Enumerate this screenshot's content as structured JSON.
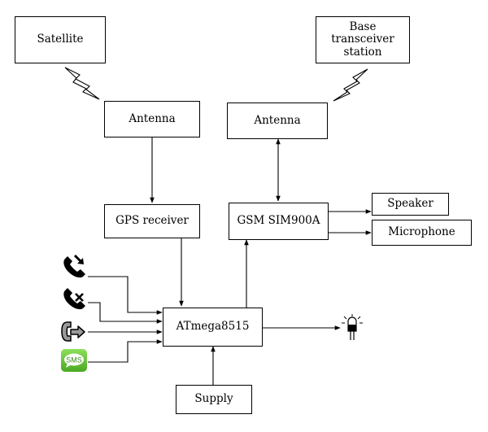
{
  "blocks": {
    "satellite": "Satellite",
    "base_station": "Base\ntransceiver\nstation",
    "antenna_gps": "Antenna",
    "antenna_gsm": "Antenna",
    "gps_receiver": "GPS receiver",
    "gsm_module": "GSM SIM900A",
    "speaker": "Speaker",
    "microphone": "Microphone",
    "mcu": "ATmega8515",
    "supply": "Supply"
  },
  "icons": {
    "incoming_call": "incoming-call-icon",
    "reject_call": "reject-call-icon",
    "call_forward": "call-forward-icon",
    "sms": "sms-icon",
    "led": "led-icon",
    "wireless_satellite": "lightning-signal-icon",
    "wireless_station": "lightning-signal-icon"
  },
  "sms_label": "SMS",
  "colors": {
    "line": "#000000",
    "sms_green": "#5cb82e",
    "forward_gray": "#9a9a9a"
  }
}
